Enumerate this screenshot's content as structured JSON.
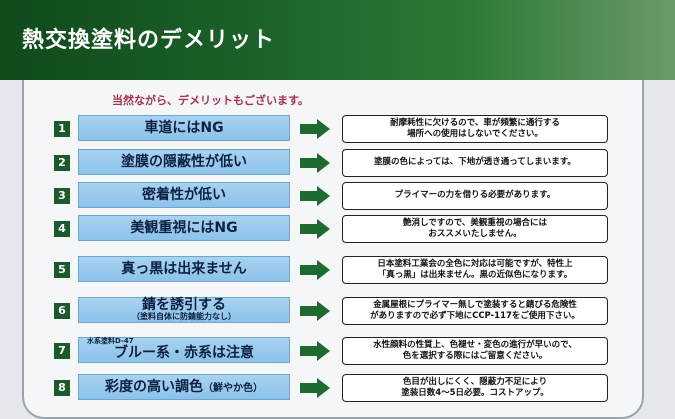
{
  "header": {
    "title": "熱交換塗料のデメリット"
  },
  "subtitle": "当然ながら、デメリットもございます。",
  "colors": {
    "header_green": "#1a6028",
    "label_blue": "#8cc2ea",
    "number_green": "#1b5a2a",
    "arrow_green": "#1d6b2e"
  },
  "items": [
    {
      "number": "1",
      "label": "車道にはNG",
      "description": "耐摩耗性に欠けるので、車が頻繁に通行する\n場所への使用はしないでください。"
    },
    {
      "number": "2",
      "label": "塗膜の隠蔽性が低い",
      "description": "塗膜の色によっては、下地が透き通ってしまいます。"
    },
    {
      "number": "3",
      "label": "密着性が低い",
      "description": "プライマーの力を借りる必要があります。"
    },
    {
      "number": "4",
      "label": "美観重視にはNG",
      "description": "艶消しですので、美観重視の場合には\nおススメいたしません。"
    },
    {
      "number": "5",
      "label": "真っ黒は出来ません",
      "description": "日本塗料工業会の全色に対応は可能ですが、特性上\n「真っ黒」は出来ません。黒の近似色になります。"
    },
    {
      "number": "6",
      "label": "錆を誘引する",
      "sublabel": "（塗料自体に防錆能力なし）",
      "description": "金属屋根にプライマー無しで塗装すると錆びる危険性\nがありますので必ず下地にCCP-117をご使用下さい。"
    },
    {
      "number": "7",
      "prelabel": "水系塗料D-47",
      "label": "ブルー系・赤系は注意",
      "description": "水性顔料の性質上、色褪せ・変色の進行が早いので、\n色を選択する際にはご留意ください。"
    },
    {
      "number": "8",
      "label": "彩度の高い調色",
      "label_suffix": "（鮮やか色）",
      "description": "色目が出しにくく、隠蔽力不足により\n塗装日数4～5日必要。コストアップ。"
    }
  ]
}
